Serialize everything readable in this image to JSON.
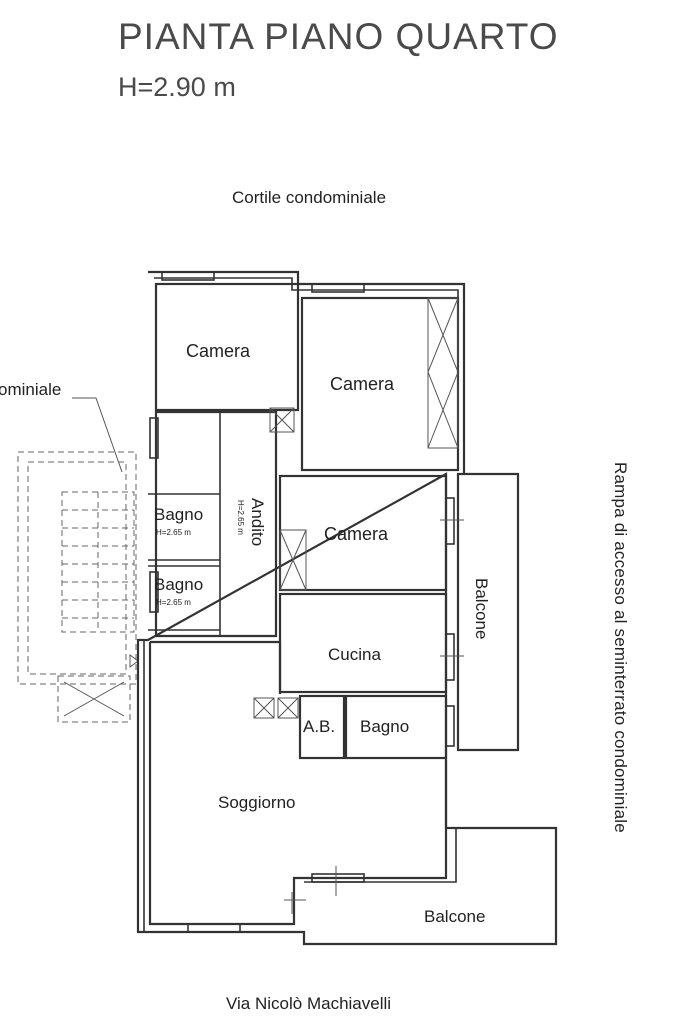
{
  "header": {
    "title": "PIANTA PIANO QUARTO",
    "subtitle": "H=2.90 m"
  },
  "notes": {
    "courtyard": "Cortile condominiale",
    "street": "Via Nicolò Machiavelli",
    "stair_partial": "ominiale",
    "ramp": "Rampa di accesso al seminterrato condominiale"
  },
  "rooms": {
    "camera_1": "Camera",
    "camera_2": "Camera",
    "camera_3": "Camera",
    "bagno_1": "Bagno",
    "bagno_1_height": "H=2.65 m",
    "bagno_2": "Bagno",
    "bagno_2_height": "H=2.65 m",
    "andito": "Andito",
    "andito_height": "H=2.65 m",
    "cucina": "Cucina",
    "ab": "A.B.",
    "bagno_3": "Bagno",
    "soggiorno": "Soggiorno",
    "balcone_1": "Balcone",
    "balcone_2": "Balcone"
  }
}
